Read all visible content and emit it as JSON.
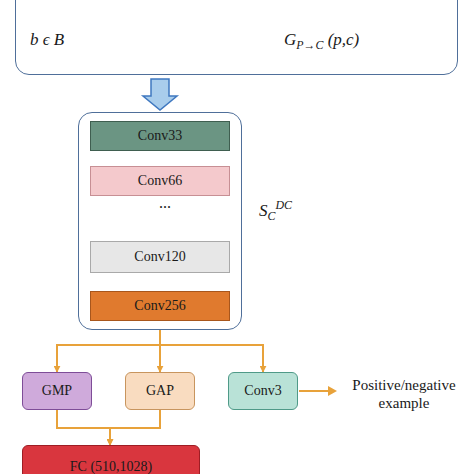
{
  "diagram": {
    "nodes": [
      {
        "text": [
          "b ϵ B",
          "GP→C (p,c)"
        ]
      },
      {
        "text": [
          "SCDC"
        ]
      },
      {
        "text": [
          "Conv33"
        ],
        "in": 1
      },
      {
        "text": [
          "Conv66"
        ],
        "in": 1
      },
      {
        "text": [
          "Conv120"
        ],
        "in": 1
      },
      {
        "text": [
          "Conv256"
        ],
        "in": 1
      },
      {
        "text": [
          "GMP"
        ]
      },
      {
        "text": [
          "GAP"
        ]
      },
      {
        "text": [
          "Conv3"
        ]
      },
      {
        "text": [
          "FC (510,1028)"
        ]
      }
    ],
    "edges": [
      {
        "from": 0,
        "to": 1,
        "arrow": "to"
      },
      {
        "from": 1,
        "to": 6,
        "arrow": "to"
      },
      {
        "from": 1,
        "to": 7,
        "arrow": "to"
      },
      {
        "from": 1,
        "to": 8,
        "arrow": "to"
      },
      {
        "from": 6,
        "to": 9,
        "arrow": "to"
      },
      {
        "from": 7,
        "to": 9,
        "arrow": "to"
      }
    ],
    "labels": [
      "...",
      "Positive/negative example"
    ]
  }
}
